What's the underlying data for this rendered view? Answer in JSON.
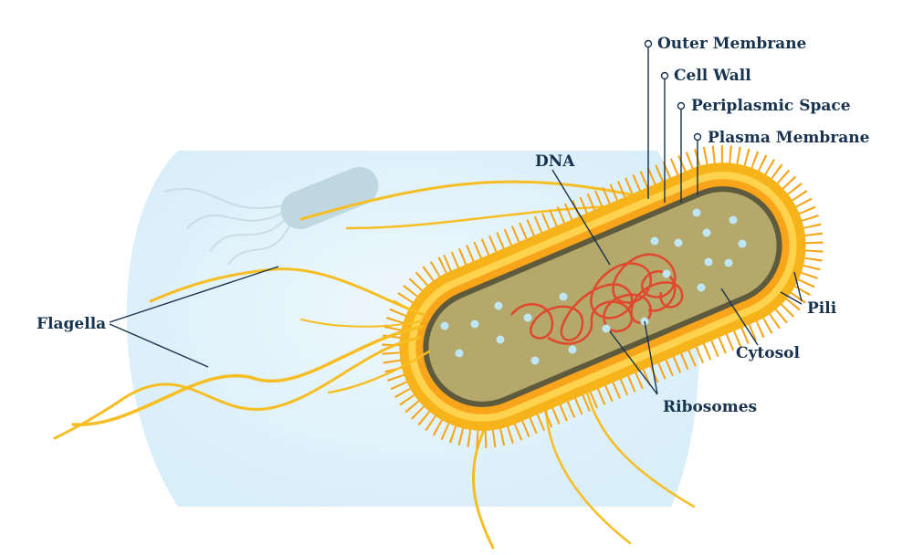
{
  "diagram": {
    "labels": {
      "outer_membrane": "Outer Membrane",
      "cell_wall": "Cell Wall",
      "periplasmic_space": "Periplasmic Space",
      "plasma_membrane": "Plasma Membrane",
      "dna": "DNA",
      "flagella": "Flagella",
      "pili": "Pili",
      "cytosol": "Cytosol",
      "ribosomes": "Ribosomes"
    },
    "colors": {
      "background_bubble": "#e3f3fb",
      "outer_glow": "#f6b41a",
      "cell_wall": "#ffd34d",
      "periplasm": "#f9a51b",
      "plasma_membrane": "#5e5a3e",
      "cytosol": "#b4a86a",
      "dna": "#e0482e",
      "ribosome": "#bfe6f5",
      "flagella": "#f6be22",
      "label_text": "#17324f"
    }
  }
}
